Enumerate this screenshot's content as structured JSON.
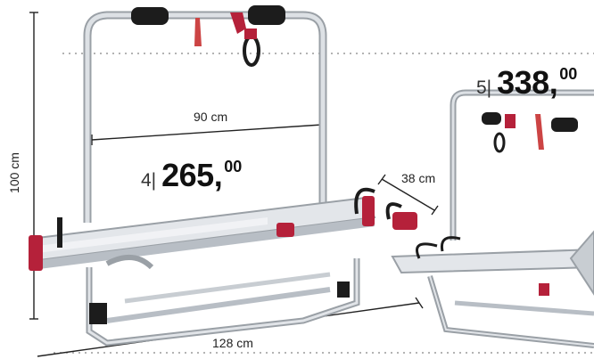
{
  "dimensions": {
    "height": "100 cm",
    "width_top": "90 cm",
    "width_bottom": "128 cm",
    "depth": "38 cm"
  },
  "products": [
    {
      "number": "4|",
      "price_main": "265,",
      "price_cents": "00"
    },
    {
      "number": "5|",
      "price_main": "338,",
      "price_cents": "00"
    }
  ],
  "colors": {
    "frame": "#cfd3d8",
    "frame_edge": "#9aa0a6",
    "accent_red": "#b5213a",
    "rubber": "#1c1c1c"
  }
}
